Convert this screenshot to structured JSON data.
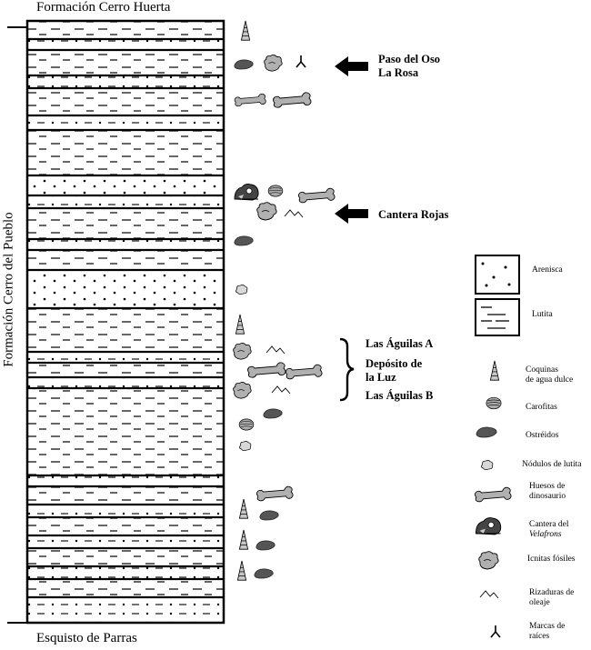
{
  "formations": {
    "top": "Formación Cerro Huerta",
    "bottom": "Esquisto de Parras",
    "side": "Formación Cerro del Pueblo"
  },
  "annotations": {
    "paso_line1": "Paso del Oso",
    "paso_line2": "La Rosa",
    "cantera_rojas": "Cantera Rojas",
    "aguilas_a": "Las Águilas A",
    "deposito_line1": "Depósito de",
    "deposito_line2": "la Luz",
    "aguilas_b": "Las Águilas B"
  },
  "legend": {
    "arenisca": "Arenisca",
    "lutita": "Lutita",
    "coquinas_line1": "Coquinas",
    "coquinas_line2": "de agua dulce",
    "carofitas": "Carofitas",
    "ostreidos": "Ostréidos",
    "nodulos": "Nódulos de lutita",
    "huesos_line1": "Huesos de",
    "huesos_line2": "dinosaurio",
    "cantera_velafrons_line1": "Cantera del",
    "cantera_velafrons_line2": "Velafrons",
    "icnitas": "Icnitas fósiles",
    "rizaduras_line1": "Rizaduras de",
    "rizaduras_line2": "oleaje",
    "marcas_line1": "Marcas de",
    "marcas_line2": "raíces"
  },
  "colors": {
    "fossil_fill": "#b0b0b0",
    "oyster_fill": "#555555",
    "line": "#000000"
  }
}
